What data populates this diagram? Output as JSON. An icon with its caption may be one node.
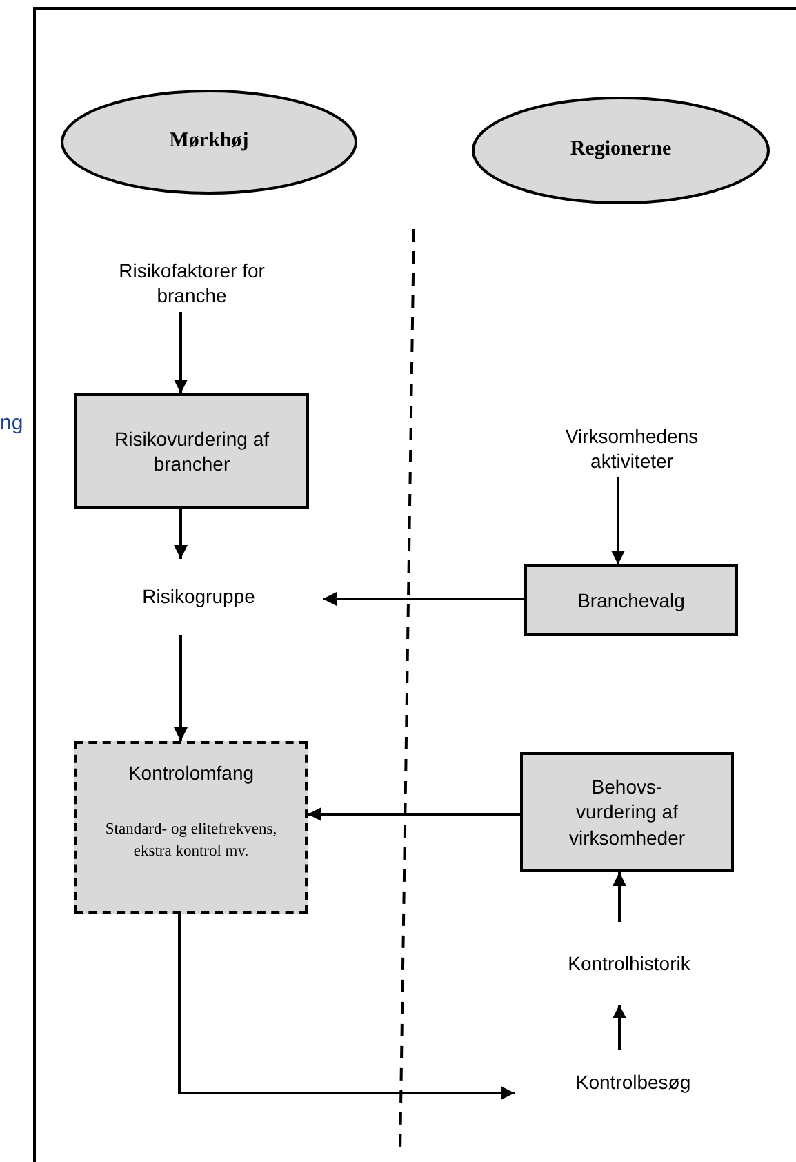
{
  "diagram": {
    "nodes": [
      {
        "text": [
          "Mørkhøj"
        ]
      },
      {
        "text": [
          "Regionerne"
        ]
      },
      {
        "text": [
          "Risikofaktorer for branche"
        ]
      },
      {
        "text": [
          "Risikovurdering af brancher"
        ]
      },
      {
        "text": [
          "Risikogruppe"
        ]
      },
      {
        "text": [
          "Virksomhedens aktiviteter"
        ]
      },
      {
        "text": [
          "Branchevalg"
        ]
      },
      {
        "text": [
          "Kontrolomfang",
          "Standard- og elitefrekvens, ekstra kontrol mv."
        ]
      },
      {
        "text": [
          "Behovs- vurdering af virksomheder"
        ]
      },
      {
        "text": [
          "Kontrolhistorik"
        ]
      },
      {
        "text": [
          "Kontrolbesøg"
        ]
      }
    ],
    "edges": [
      {
        "from": 2,
        "to": 3,
        "arrow": "to"
      },
      {
        "from": 3,
        "to": 4,
        "arrow": "to"
      },
      {
        "from": 5,
        "to": 6,
        "arrow": "to"
      },
      {
        "from": 6,
        "to": 4,
        "arrow": "to"
      },
      {
        "from": 4,
        "to": 7,
        "arrow": "to"
      },
      {
        "from": 8,
        "to": 7,
        "arrow": "to"
      },
      {
        "from": 9,
        "to": 8,
        "arrow": "to"
      },
      {
        "from": 10,
        "to": 9,
        "arrow": "to"
      },
      {
        "from": 7,
        "to": 10,
        "arrow": "to"
      }
    ],
    "labels": [
      "ng"
    ]
  }
}
